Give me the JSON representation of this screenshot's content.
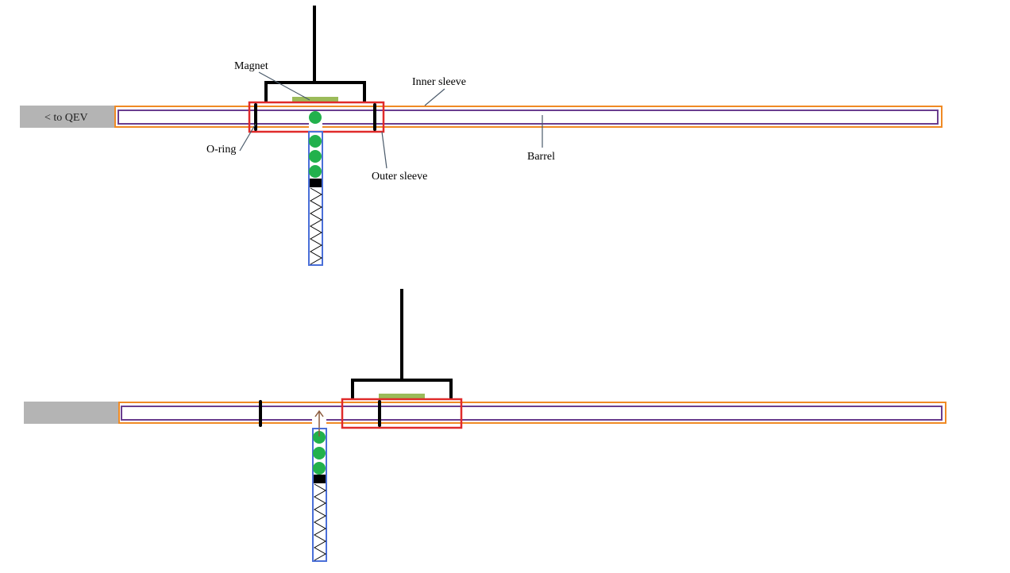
{
  "diagram": {
    "title": "Coilgun/air gun magnetic valve mechanism: loaded and fired states",
    "colors": {
      "inner_sleeve": "#f08a24",
      "barrel": "#6a3d8f",
      "outer_sleeve": "#e02b2b",
      "magnet": "#9bbb59",
      "ball": "#22b14c",
      "magazine": "#4a6fd8",
      "qev_block": "#b4b4b4",
      "oring": "#000000",
      "leader": "#4a5a6a",
      "arrow": "#8b5a3c"
    },
    "labels": {
      "qev": "< to QEV",
      "magnet": "Magnet",
      "inner_sleeve": "Inner sleeve",
      "oring": "O-ring",
      "outer_sleeve": "Outer sleeve",
      "barrel": "Barrel"
    },
    "states": [
      {
        "name": "top",
        "balls_in_magazine": 3,
        "ball_in_barrel": true
      },
      {
        "name": "bottom",
        "balls_in_magazine": 3,
        "ball_in_barrel": false,
        "arrow": "up"
      }
    ]
  }
}
